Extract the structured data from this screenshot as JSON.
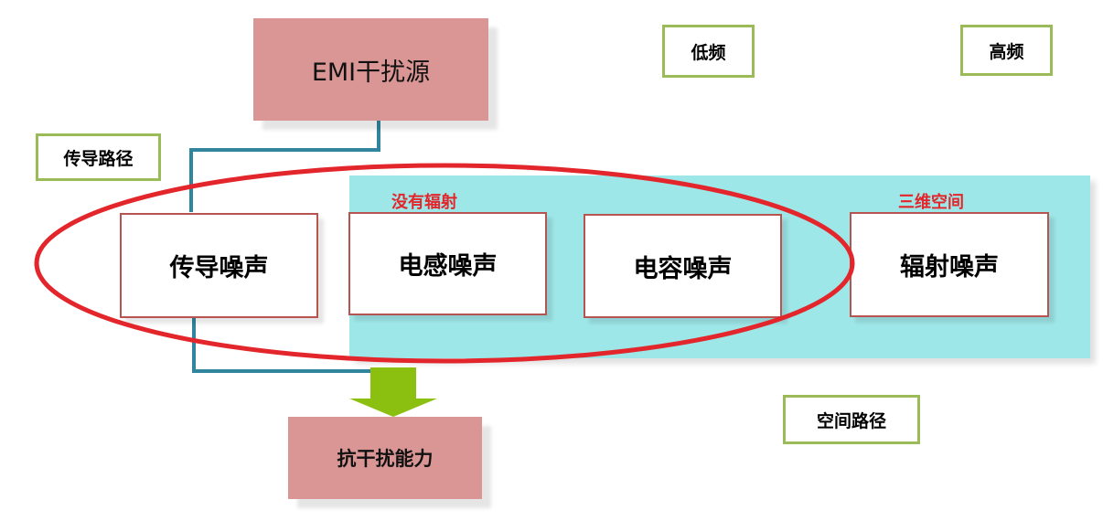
{
  "source_box": {
    "label": "EMI干扰源"
  },
  "target_box": {
    "label": "抗干扰能力"
  },
  "freq_labels": {
    "low": "低频",
    "high": "高频"
  },
  "path_labels": {
    "conducted": "传导路径",
    "spatial": "空间路径"
  },
  "region_labels": {
    "no_radiation": "没有辐射",
    "three_d_space": "三维空间"
  },
  "noise_boxes": [
    {
      "label": "传导噪声"
    },
    {
      "label": "电感噪声"
    },
    {
      "label": "电容噪声"
    },
    {
      "label": "辐射噪声"
    }
  ],
  "colors": {
    "pink_box": "#d99694",
    "box_border": "#b85450",
    "label_border": "#9bbb59",
    "cyan_region": "#9ee7e8",
    "connector": "#31859c",
    "ellipse": "#e3262b",
    "arrow": "#8cc010",
    "red_text": "#e3262b"
  }
}
